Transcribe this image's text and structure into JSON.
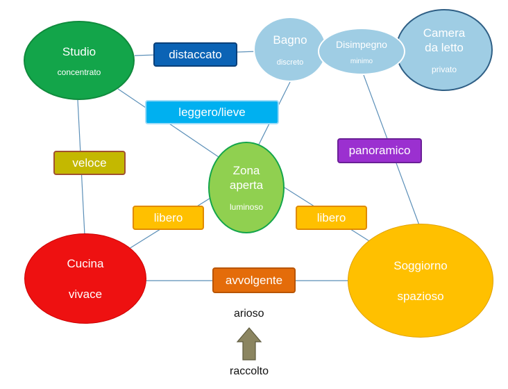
{
  "nodes": {
    "studio": {
      "title": "Studio",
      "subtitle": "concentrato",
      "color": "#13a54a"
    },
    "bagno": {
      "title": "Bagno",
      "subtitle": "discreto",
      "color": "#9fcde4"
    },
    "disimpegno": {
      "title": "Disimpegno",
      "subtitle": "minimo",
      "color": "#9fcde4"
    },
    "camera": {
      "title_line1": "Camera",
      "title_line2": "da letto",
      "subtitle": "privato",
      "color": "#9fcde4"
    },
    "zona_aperta": {
      "title_line1": "Zona",
      "title_line2": "aperta",
      "subtitle": "luminoso",
      "color": "#90d050"
    },
    "cucina": {
      "title": "Cucina",
      "subtitle": "vivace",
      "color": "#ee1111"
    },
    "soggiorno": {
      "title": "Soggiorno",
      "subtitle": "spazioso",
      "color": "#ffc000"
    }
  },
  "edge_labels": {
    "studio_bagno": {
      "text": "distaccato",
      "color": "#0b63b5"
    },
    "studio_zona_bagno": {
      "text": "leggero/lieve",
      "color": "#00b0f0"
    },
    "studio_cucina": {
      "text": "veloce",
      "color": "#c4b800"
    },
    "disimpegno_soggiorno": {
      "text": "panoramico",
      "color": "#9b30d0"
    },
    "cucina_zona": {
      "text": "libero",
      "color": "#ffc000"
    },
    "zona_soggiorno": {
      "text": "libero",
      "color": "#ffc000"
    },
    "cucina_soggiorno": {
      "text": "avvolgente",
      "color": "#e46c0a"
    }
  },
  "scale": {
    "top": "arioso",
    "bottom": "raccolto",
    "arrow_icon": "up-arrow-icon",
    "arrow_color": "#8b8560"
  }
}
